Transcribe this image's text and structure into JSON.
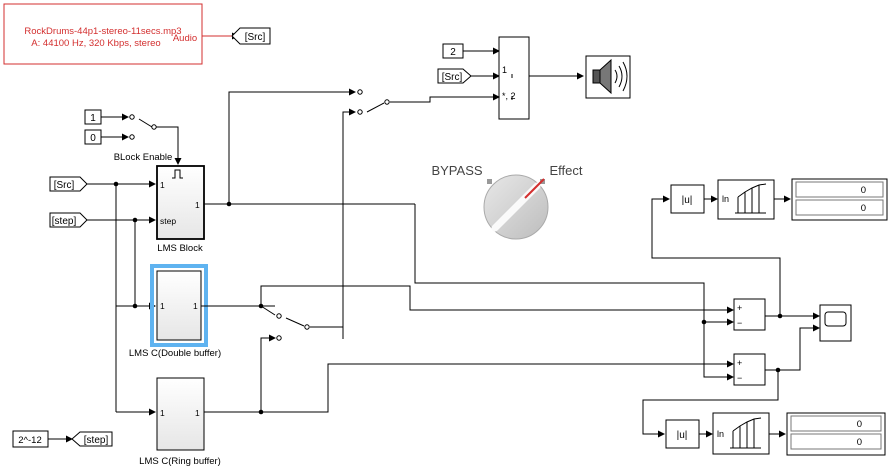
{
  "source": {
    "file": "RockDrums-44p1-stereo-11secs.mp3",
    "info": "A: 44100 Hz, 320 Kbps, stereo",
    "port": "Audio"
  },
  "goto_src": "[Src]",
  "from_src_top": "[Src]",
  "from_src_left": "[Src]",
  "from_step": "[step]",
  "goto_step": "[step]",
  "const_two": "2",
  "const_one": "1",
  "const_zero": "0",
  "const_step": "2^-12",
  "block_enable_label": "BLock Enable",
  "lms_block": {
    "label": "LMS Block",
    "in1": "1",
    "in2": "step",
    "out1": "1"
  },
  "lms_double": {
    "label": "LMS C(Double buffer)",
    "in1": "1",
    "out1": "1"
  },
  "lms_ring": {
    "label": "LMS C(Ring buffer)",
    "in1": "1",
    "out1": "1"
  },
  "mux": {
    "port1": "1",
    "port2": "*, 2"
  },
  "bypass_label": "BYPASS",
  "effect_label": "Effect",
  "abs_top": "|u|",
  "abs_bottom": "|u|",
  "ln_top": "ln",
  "ln_bottom": "ln",
  "display_top": [
    "0",
    "0"
  ],
  "display_bottom": [
    "0",
    "0"
  ],
  "sum_signs": [
    "+",
    "−"
  ]
}
